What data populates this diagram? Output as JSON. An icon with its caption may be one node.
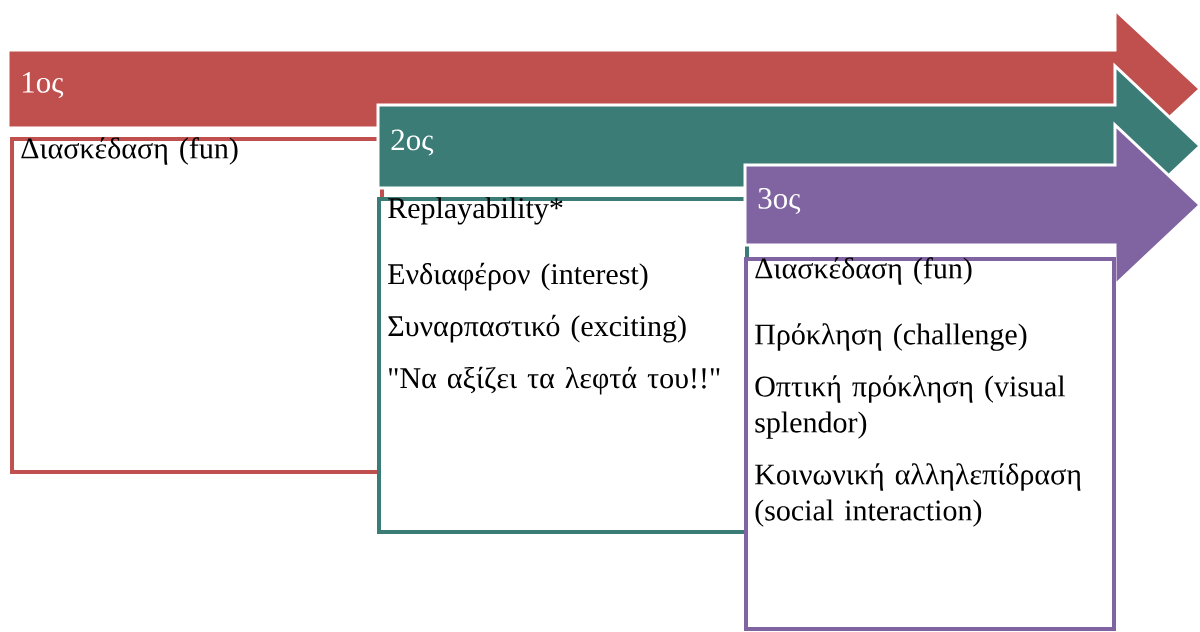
{
  "diagram": {
    "nodes": [
      {
        "text": [
          "1ος"
        ]
      },
      {
        "text": [
          "Διασκέδαση (fun)"
        ]
      },
      {
        "text": [
          "2ος"
        ]
      },
      {
        "text": [
          "Replayability*",
          "Ενδιαφέρον (interest)",
          "Συναρπαστικό (exciting)",
          "\"Να αξίζει τα λεφτά του!!\""
        ]
      },
      {
        "text": [
          "3ος"
        ]
      },
      {
        "text": [
          "Διασκέδαση (fun)",
          "Πρόκληση (challenge)",
          "Οπτική πρόκληση (visual splendor)",
          "Κοινωνική αλληλεπίδραση (social interaction)"
        ]
      }
    ]
  }
}
